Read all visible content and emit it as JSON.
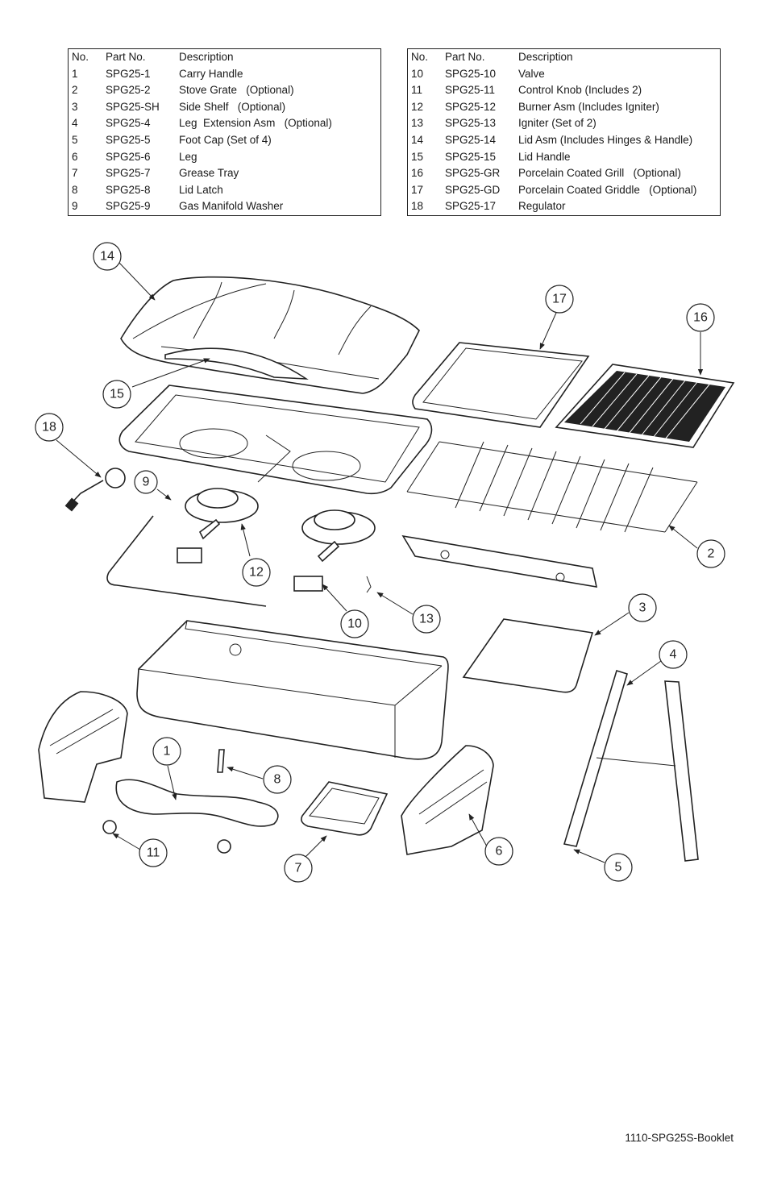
{
  "table_headers": {
    "no": "No.",
    "part": "Part No.",
    "desc": "Description"
  },
  "parts_left": [
    {
      "no": "1",
      "part": "SPG25-1",
      "desc": "Carry Handle"
    },
    {
      "no": "2",
      "part": "SPG25-2",
      "desc": "Stove Grate   (Optional)"
    },
    {
      "no": "3",
      "part": "SPG25-SH",
      "desc": "Side Shelf   (Optional)"
    },
    {
      "no": "4",
      "part": "SPG25-4",
      "desc": "Leg  Extension Asm   (Optional)"
    },
    {
      "no": "5",
      "part": "SPG25-5",
      "desc": "Foot Cap (Set of 4)"
    },
    {
      "no": "6",
      "part": "SPG25-6",
      "desc": "Leg"
    },
    {
      "no": "7",
      "part": "SPG25-7",
      "desc": "Grease Tray"
    },
    {
      "no": "8",
      "part": "SPG25-8",
      "desc": "Lid Latch"
    },
    {
      "no": "9",
      "part": "SPG25-9",
      "desc": "Gas Manifold Washer"
    }
  ],
  "parts_right": [
    {
      "no": "10",
      "part": "SPG25-10",
      "desc": "Valve"
    },
    {
      "no": "11",
      "part": "SPG25-11",
      "desc": "Control Knob (Includes 2)"
    },
    {
      "no": "12",
      "part": "SPG25-12",
      "desc": "Burner Asm (Includes Igniter)"
    },
    {
      "no": "13",
      "part": "SPG25-13",
      "desc": "Igniter (Set of 2)"
    },
    {
      "no": "14",
      "part": "SPG25-14",
      "desc": "Lid Asm (Includes Hinges & Handle)"
    },
    {
      "no": "15",
      "part": "SPG25-15",
      "desc": "Lid Handle"
    },
    {
      "no": "16",
      "part": "SPG25-GR",
      "desc": "Porcelain Coated Grill   (Optional)"
    },
    {
      "no": "17",
      "part": "SPG25-GD",
      "desc": "Porcelain Coated Griddle   (Optional)"
    },
    {
      "no": "18",
      "part": "SPG25-17",
      "desc": "Regulator"
    }
  ],
  "callouts": [
    "14",
    "17",
    "16",
    "15",
    "18",
    "9",
    "12",
    "2",
    "10",
    "13",
    "3",
    "4",
    "1",
    "8",
    "11",
    "7",
    "6",
    "5"
  ],
  "footer": "1110-SPG25S-Booklet"
}
